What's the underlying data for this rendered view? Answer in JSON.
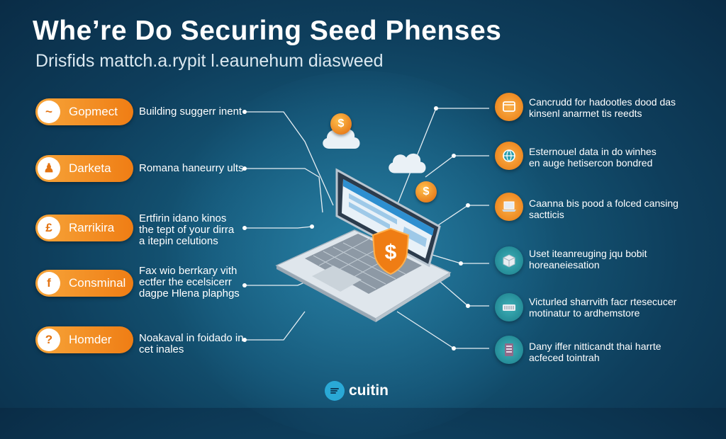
{
  "header": {
    "title": "Whe’re Do Securing Seed Phenses",
    "subtitle": "Drisfids mattch.a.rypit l.eaunehum diasweed"
  },
  "left_items": [
    {
      "label": "Gopmect",
      "icon": "mask-icon",
      "glyph": "~",
      "text": [
        "Building suggerr inent"
      ]
    },
    {
      "label": "Darketa",
      "icon": "figure-icon",
      "glyph": "♟",
      "text": [
        "Romana haneurry ults"
      ]
    },
    {
      "label": "Rarrikira",
      "icon": "shield-letter-icon",
      "glyph": "£",
      "text": [
        "Ertfirin idano kinos",
        "the tept of your dirra",
        "a itepin celutions"
      ]
    },
    {
      "label": "Consminal",
      "icon": "facebook-icon",
      "glyph": "f",
      "text": [
        "Fax wio berrkary vith",
        "ectfer the ecelsicerr",
        "dagpe Hlena plaphgs"
      ]
    },
    {
      "label": "Homder",
      "icon": "question-icon",
      "glyph": "?",
      "text": [
        "Noakaval in foidado in",
        "cet inales"
      ]
    }
  ],
  "right_items": [
    {
      "icon": "browser-icon",
      "style": "orange",
      "text": [
        "Cancrudd for hadootles dood das",
        "kinsenl anarmet tis reedts"
      ]
    },
    {
      "icon": "globe-icon",
      "style": "orange",
      "text": [
        "Esternouel data in do winhes",
        "en auge hetisercon bondred"
      ]
    },
    {
      "icon": "laptop-icon",
      "style": "orange",
      "text": [
        "Caanna bis pood a folced cansing",
        "sactticis"
      ]
    },
    {
      "icon": "storage-box-icon",
      "style": "teal",
      "text": [
        "Uset iteanreuging jqu bobit",
        "horeaneiesation"
      ]
    },
    {
      "icon": "hardware-device-icon",
      "style": "teal",
      "text": [
        "Victurled sharrvith facr rtesecucer",
        "motinatur to ardhemstore"
      ]
    },
    {
      "icon": "server-icon",
      "style": "teal",
      "text": [
        "Dany iffer nitticandt thai harrte",
        "acfeced tointrah"
      ]
    }
  ],
  "center": {
    "coin_symbol": "$",
    "shield_symbol": "$"
  },
  "brand": {
    "name": "cuitin"
  },
  "colors": {
    "accent_orange": "#ef7d14",
    "accent_teal": "#1a7d8a",
    "background": "#0e3e5c"
  }
}
